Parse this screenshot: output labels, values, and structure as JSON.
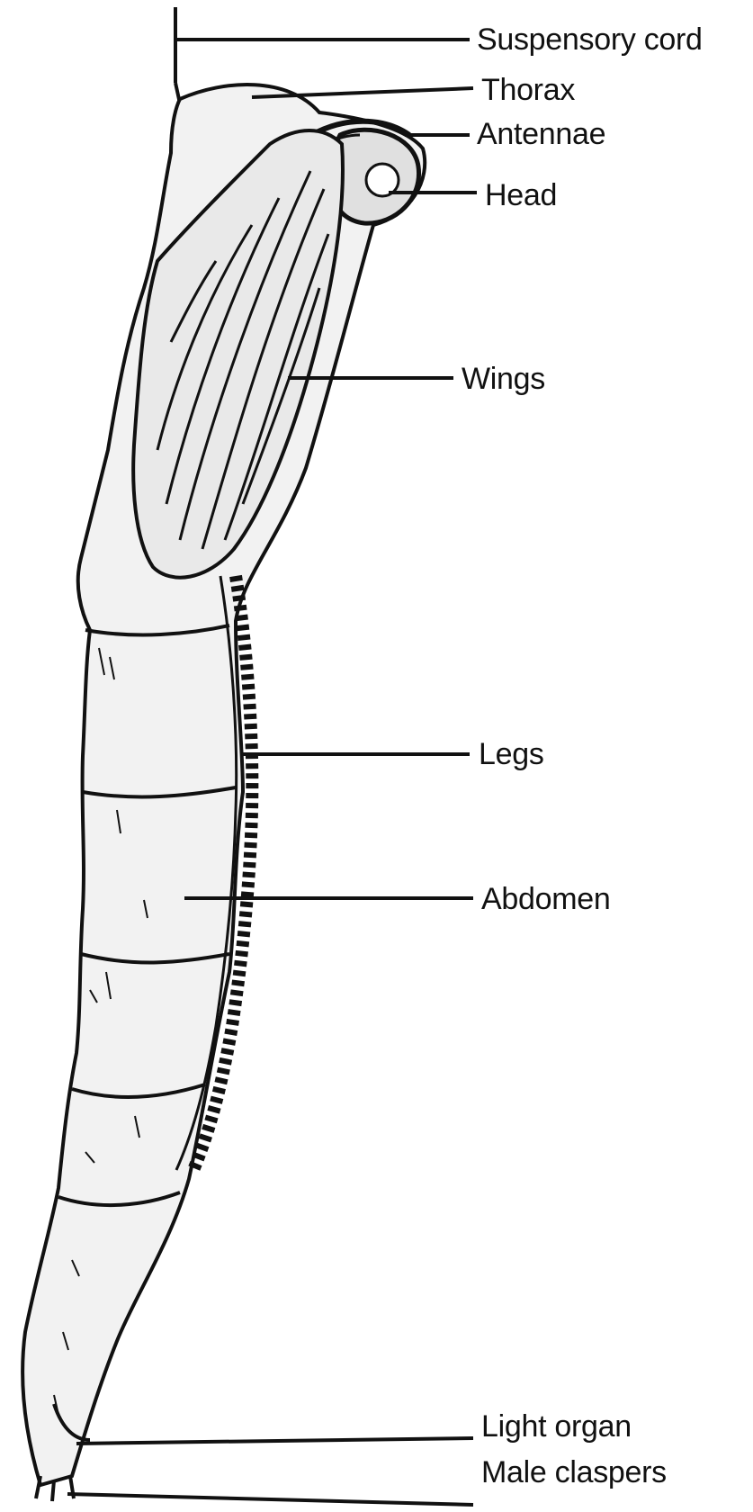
{
  "labels": {
    "suspensory_cord": "Suspensory cord",
    "thorax": "Thorax",
    "antennae": "Antennae",
    "head": "Head",
    "wings": "Wings",
    "legs": "Legs",
    "abdomen": "Abdomen",
    "light_organ": "Light organ",
    "male_claspers": "Male claspers"
  },
  "colors": {
    "ink": "#111111",
    "body_fill": "#f2f2f2",
    "wing_fill": "#e9e9e9",
    "background": "#ffffff"
  }
}
